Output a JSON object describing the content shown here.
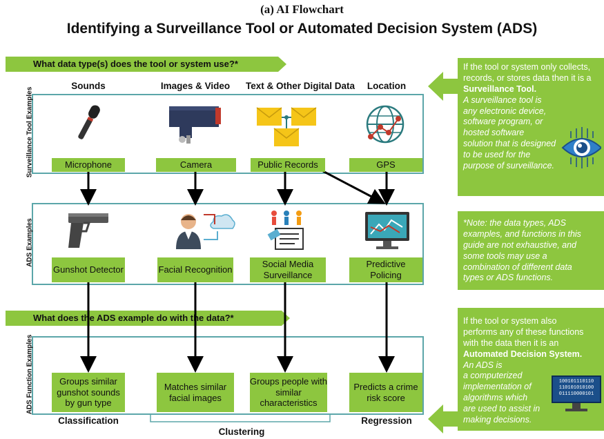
{
  "caption": "(a) AI Flowchart",
  "title": "Identifying a Surveillance Tool or Automated Decision System (ADS)",
  "banners": {
    "top": "What data type(s) does the tool or system use?*",
    "middle": "What does the ADS example do with the data?*"
  },
  "panel_labels": {
    "surveillance": "Surveillance Tool Examples",
    "ads": "ADS Examples",
    "function": "ADS Function Examples"
  },
  "data_types": [
    "Sounds",
    "Images & Video",
    "Text & Other Digital Data",
    "Location"
  ],
  "surveillance_tools": [
    "Microphone",
    "Camera",
    "Public Records",
    "GPS"
  ],
  "ads_examples": [
    "Gunshot Detector",
    "Facial Recognition",
    "Social Media Surveillance",
    "Predictive Policing"
  ],
  "ads_functions": [
    "Groups similar gunshot sounds by gun type",
    "Matches similar facial images",
    "Groups people with similar characteristics",
    "Predicts a crime risk score"
  ],
  "function_types": {
    "classification": "Classification",
    "clustering": "Clustering",
    "regression": "Regression"
  },
  "side_boxes": {
    "surveillance": {
      "line1": "If the tool or system only collects,",
      "line2": "records, or stores data then it is a",
      "bold": "Surveillance Tool.",
      "italic": [
        "A surveillance tool is",
        "any electronic device,",
        "software program, or",
        "hosted software",
        "solution that is designed",
        "to be used for the",
        "purpose of surveillance."
      ]
    },
    "note": {
      "lines": [
        "*Note: the data types, ADS",
        "examples, and functions in this",
        "guide are not exhaustive, and",
        "some tools may use a",
        "combination of different data",
        "types or ADS functions."
      ]
    },
    "ads": {
      "lines": [
        "If the tool or system also",
        "performs any of these functions",
        "with the data then it is an"
      ],
      "bold": "Automated Decision System.",
      "italic": [
        "An ADS is",
        "a computerized",
        "implementation of",
        "algorithms which",
        "are used to assist in",
        "making decisions."
      ],
      "binary": [
        "100101110110",
        "110101010100",
        "011110000101"
      ]
    }
  },
  "colors": {
    "accent_green": "#8dc63f",
    "panel_border": "#5ba6a9"
  },
  "icons": [
    "microphone-icon",
    "camera-icon",
    "envelopes-icon",
    "globe-icon",
    "gun-icon",
    "face-recognition-icon",
    "social-media-icon",
    "predictive-chart-icon",
    "eye-icon",
    "monitor-icon"
  ]
}
